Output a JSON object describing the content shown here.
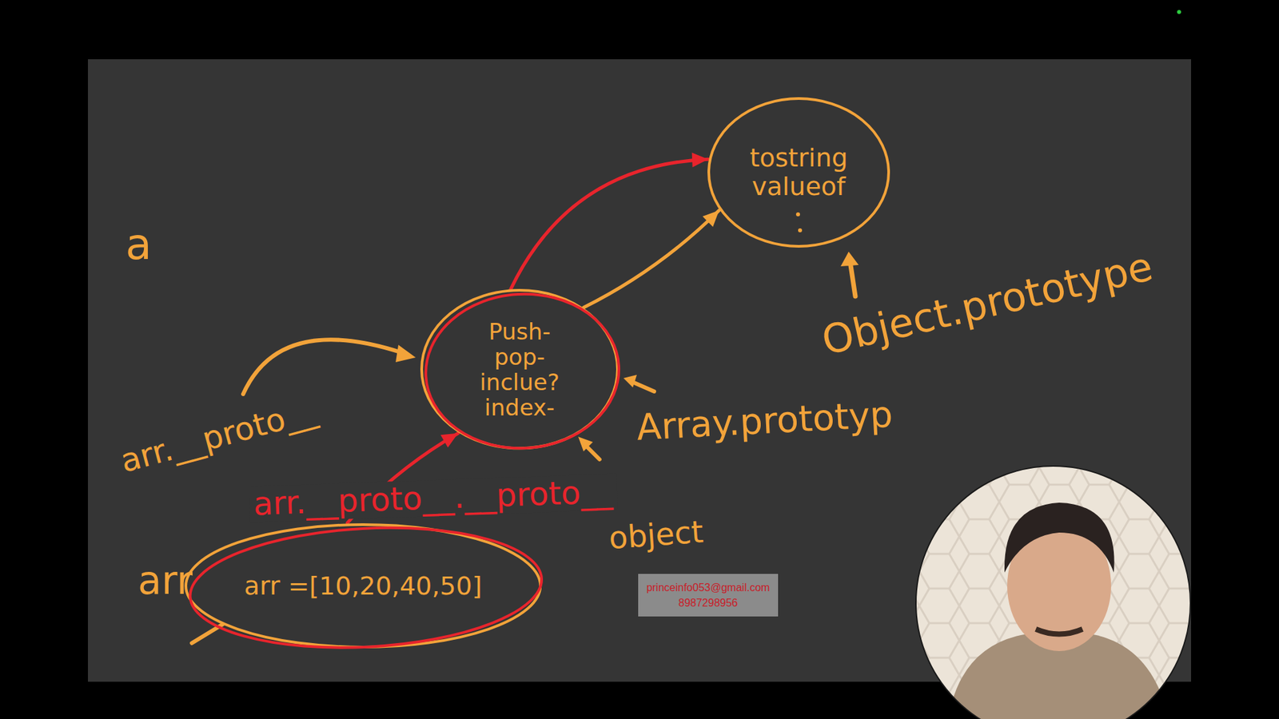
{
  "diagram": {
    "nodes": [
      {
        "text": [
          "tostring valueof"
        ]
      },
      {
        "text": [
          "Push- pop- inclue? index-"
        ]
      },
      {
        "text": [
          "arr =[10,20,40,50]"
        ]
      }
    ],
    "edges": [
      {
        "from": 2,
        "to": 1,
        "arrow": "to"
      },
      {
        "from": 1,
        "to": 0,
        "arrow": "to"
      },
      {
        "from": 1,
        "to": 0,
        "arrow": "to"
      }
    ],
    "labels": [
      "a",
      "Object.prototype",
      "Array.prototyp",
      "arr.__proto__",
      "arr.__proto__.__proto__",
      "object",
      "arr",
      "princeinfo053@gmail.com",
      "8987298956"
    ]
  }
}
